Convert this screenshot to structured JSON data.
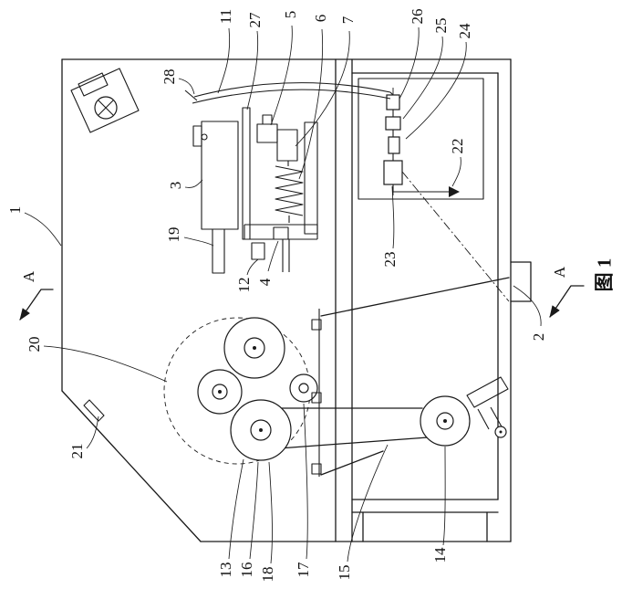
{
  "figure": {
    "caption": "图 1",
    "section_marker": "A",
    "ink_color": "#1a1a1a",
    "paper_color": "#ffffff"
  },
  "labels": [
    {
      "text": "11"
    },
    {
      "text": "27"
    },
    {
      "text": "5"
    },
    {
      "text": "6"
    },
    {
      "text": "7"
    },
    {
      "text": "26"
    },
    {
      "text": "25"
    },
    {
      "text": "24"
    },
    {
      "text": "28"
    },
    {
      "text": "3"
    },
    {
      "text": "19"
    },
    {
      "text": "1"
    },
    {
      "text": "20"
    },
    {
      "text": "21"
    },
    {
      "text": "13"
    },
    {
      "text": "16"
    },
    {
      "text": "18"
    },
    {
      "text": "17"
    },
    {
      "text": "15"
    },
    {
      "text": "14"
    },
    {
      "text": "22"
    },
    {
      "text": "23"
    },
    {
      "text": "2"
    },
    {
      "text": "12"
    },
    {
      "text": "4"
    }
  ]
}
